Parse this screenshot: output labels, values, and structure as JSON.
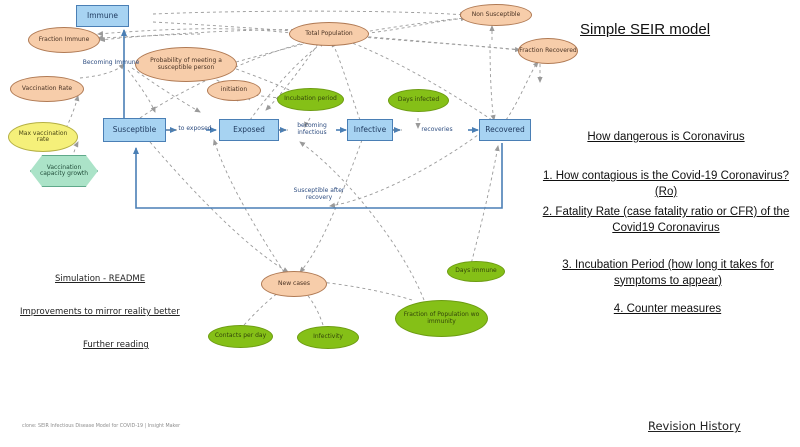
{
  "document": {
    "title": "Simple SEIR model",
    "footer_note": "clone: SEIR Infectious Disease Model for COVID-19 | Insight Maker",
    "revision_history": "Revision History"
  },
  "panel": {
    "heading": "How dangerous is Coronavirus",
    "items": [
      "1. How contagious is the Covid-19 Coronavirus? (Ro)",
      "2. Fatality Rate (case fatality ratio or CFR) of the Covid19 Coronavirus",
      "3. Incubation Period (how long it takes for symptoms to appear)",
      "4. Counter measures"
    ]
  },
  "links": [
    {
      "label": "Simulation - README"
    },
    {
      "label": "Improvements to mirror reality better"
    },
    {
      "label": "Further reading"
    }
  ],
  "diagram": {
    "stocks": [
      {
        "id": "immune",
        "label": "Immune"
      },
      {
        "id": "susceptible",
        "label": "Susceptible"
      },
      {
        "id": "exposed",
        "label": "Exposed"
      },
      {
        "id": "infective",
        "label": "Infective"
      },
      {
        "id": "recovered",
        "label": "Recovered"
      }
    ],
    "variables": [
      {
        "id": "fraction-immune",
        "label": "Fraction Immune"
      },
      {
        "id": "vaccination-rate",
        "label": "Vaccination Rate"
      },
      {
        "id": "prob-meeting",
        "label": "Probability of meeting a susceptible person"
      },
      {
        "id": "initiation",
        "label": "initiation"
      },
      {
        "id": "total-population",
        "label": "Total Population"
      },
      {
        "id": "non-susceptible",
        "label": "Non Susceptible"
      },
      {
        "id": "fraction-recovered",
        "label": "Fraction Recovered"
      },
      {
        "id": "new-cases",
        "label": "New cases"
      }
    ],
    "parameters_green": [
      {
        "id": "incubation-period",
        "label": "Incubation period"
      },
      {
        "id": "days-infected",
        "label": "Days infected"
      },
      {
        "id": "days-immune",
        "label": "Days immune"
      },
      {
        "id": "contacts-per-day",
        "label": "Contacts per day"
      },
      {
        "id": "infectivity",
        "label": "Infectivity"
      },
      {
        "id": "fraction-wo-immunity",
        "label": "Fraction of Population wo immunity"
      }
    ],
    "parameters_yellow": [
      {
        "id": "max-vaccination-rate",
        "label": "Max vaccination rate"
      }
    ],
    "converters": [
      {
        "id": "vaccination-capacity-growth",
        "label": "Vaccination capacity growth"
      }
    ],
    "flow_labels": [
      {
        "id": "becoming-immune",
        "label": "Becoming Immune"
      },
      {
        "id": "to-exposed",
        "label": "to exposed"
      },
      {
        "id": "becoming-infectious",
        "label": "becoming infectious"
      },
      {
        "id": "recoveries",
        "label": "recoveries"
      },
      {
        "id": "susceptible-after-recovery",
        "label": "Susceptible after recovery"
      }
    ]
  },
  "colors": {
    "stock_fill": "#a7d3f2",
    "stock_stroke": "#4a7fb5",
    "variable_fill": "#f7cdaa",
    "variable_stroke": "#b07a54",
    "parameter_green_fill": "#85c017",
    "parameter_yellow_fill": "#f5f07a",
    "converter_fill": "#abe3c8",
    "flow_arrow": "#4a7fb5",
    "link_arrow": "#9a9a9a"
  }
}
